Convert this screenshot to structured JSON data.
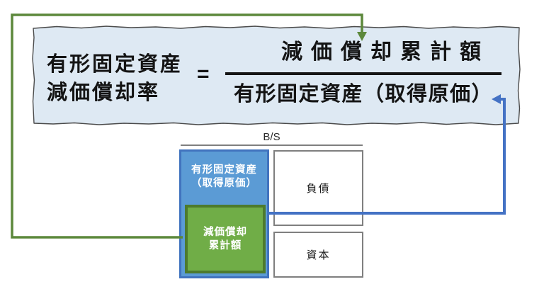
{
  "formula": {
    "lhs_line1": "有形固定資産",
    "lhs_line2": "減価償却率",
    "equals": "=",
    "numerator": "減価償却累計額",
    "denominator": "有形固定資産（取得原価）"
  },
  "balance_sheet": {
    "title": "B/S",
    "asset_box": {
      "line1": "有形固定資産",
      "line2": "（取得原価）"
    },
    "depreciation_box": {
      "line1": "減価償却",
      "line2": "累計額"
    },
    "liabilities_label": "負債",
    "equity_label": "資本"
  },
  "colors": {
    "formula_box_bg": "#dee9f3",
    "formula_box_edge": "#4a4a4a",
    "fraction_line": "#151515",
    "asset_box_fill": "#5b9bd5",
    "asset_box_border": "#4173be",
    "depreciation_box_fill": "#70ad47",
    "depreciation_box_border": "#4d7a2d",
    "plain_box_border": "#7f7f7f",
    "bs_underline": "#7f7f7f",
    "green_arrow": "#5c883b",
    "blue_arrow": "#4472c4",
    "text": "#141414"
  }
}
